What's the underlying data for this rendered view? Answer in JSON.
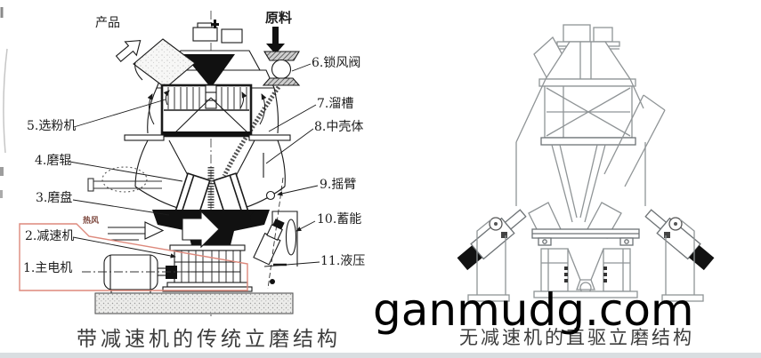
{
  "watermark": {
    "text": "ganmudg.com",
    "color": "#000000"
  },
  "left_diagram": {
    "caption": "带减速机的传统立磨结构",
    "flow_labels": {
      "product": "产品",
      "raw_material": "原料",
      "hot_air": "热风"
    },
    "parts": [
      {
        "num": "1",
        "label": "1.主电机"
      },
      {
        "num": "2",
        "label": "2.减速机"
      },
      {
        "num": "3",
        "label": "3.磨盘"
      },
      {
        "num": "4",
        "label": "4.磨辊"
      },
      {
        "num": "5",
        "label": "5.选粉机"
      },
      {
        "num": "6",
        "label": "6.锁风阀"
      },
      {
        "num": "7",
        "label": "7.溜槽"
      },
      {
        "num": "8",
        "label": "8.中壳体"
      },
      {
        "num": "9",
        "label": "9.摇臂"
      },
      {
        "num": "10",
        "label": "10.蓄能"
      },
      {
        "num": "11",
        "label": "11.液压"
      }
    ],
    "highlight_color": "#dd897c",
    "line_color": "#1a1a1a"
  },
  "right_diagram": {
    "caption": "无减速机的直驱立磨结构",
    "line_color": "#8f9496"
  }
}
